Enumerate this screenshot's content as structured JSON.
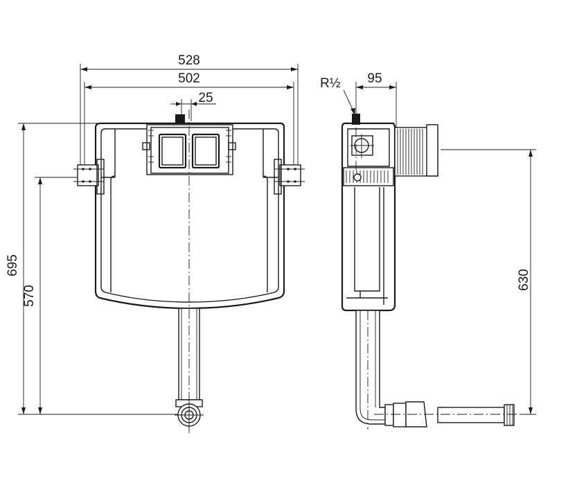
{
  "dimensions": {
    "overall_width": "528",
    "frame_width": "502",
    "button_offset": "25",
    "overall_height": "695",
    "bracket_height": "570",
    "inlet_thread": "R½",
    "inlet_offset": "95",
    "outlet_height": "630"
  },
  "colors": {
    "line": "#1a1a1a",
    "background": "#ffffff"
  }
}
